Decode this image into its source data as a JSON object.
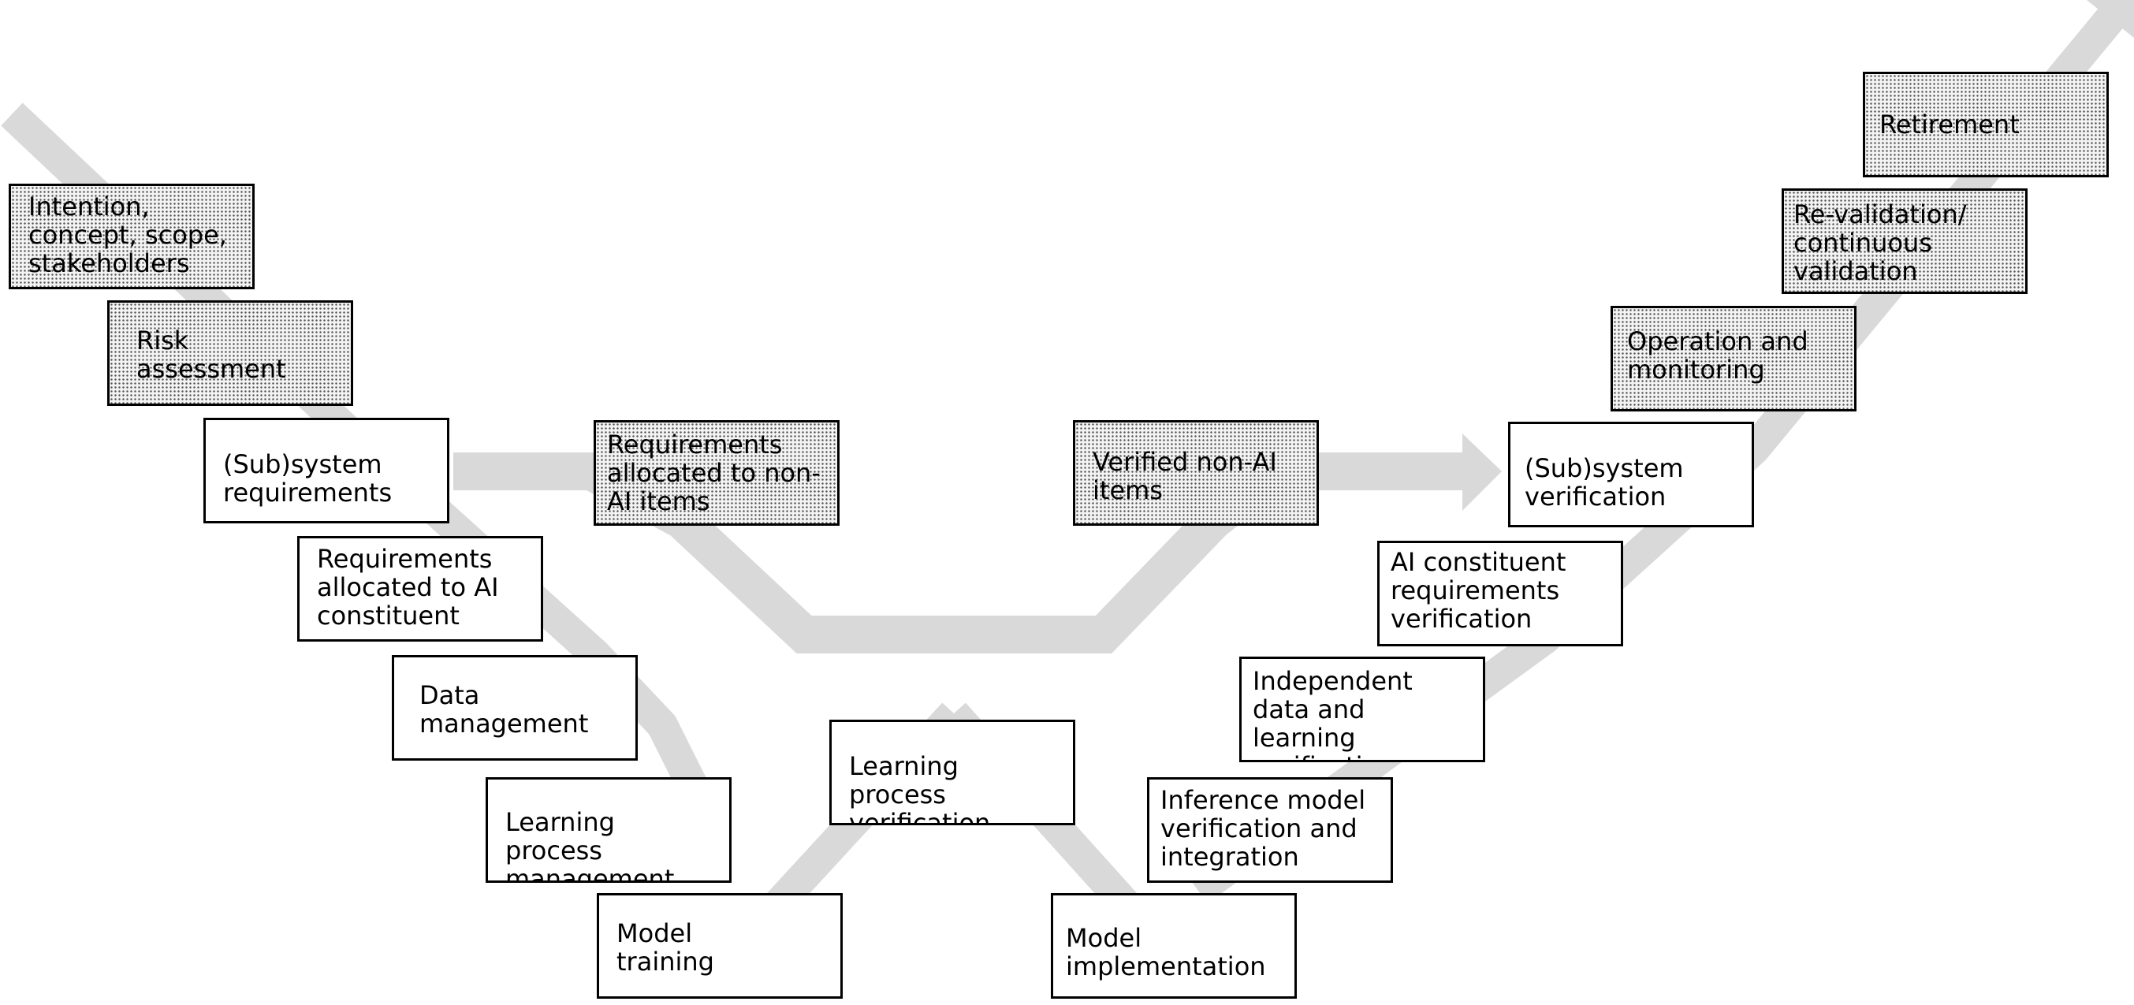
{
  "diagram": {
    "band_color": "#d9d9d9",
    "nodes": {
      "intention": "Intention,\nconcept, scope,\nstakeholders",
      "risk": "Risk\nassessment",
      "subsystem_requirements": "(Sub)system\nrequirements",
      "requirements_ai": "Requirements\nallocated to AI\nconstituent",
      "data_management": "Data\nmanagement",
      "learning_management": "Learning process\nmanagement",
      "model_training": "Model\ntraining",
      "requirements_non_ai": "Requirements\nallocated to non-\nAI items",
      "learning_verification": "Learning process\nverification",
      "verified_non_ai": "Verified non-AI\nitems",
      "model_implementation": "Model\nimplementation",
      "inference_verification": "Inference model\nverification and\nintegration",
      "independent_verification": "Independent\ndata and learning\nverification",
      "ai_constituent_verification": "AI constituent\nrequirements\nverification",
      "subsystem_verification": "(Sub)system\nverification",
      "operation": "Operation and\nmonitoring",
      "revalidation": "Re-validation/\ncontinuous\nvalidation",
      "retirement": "Retirement"
    }
  }
}
